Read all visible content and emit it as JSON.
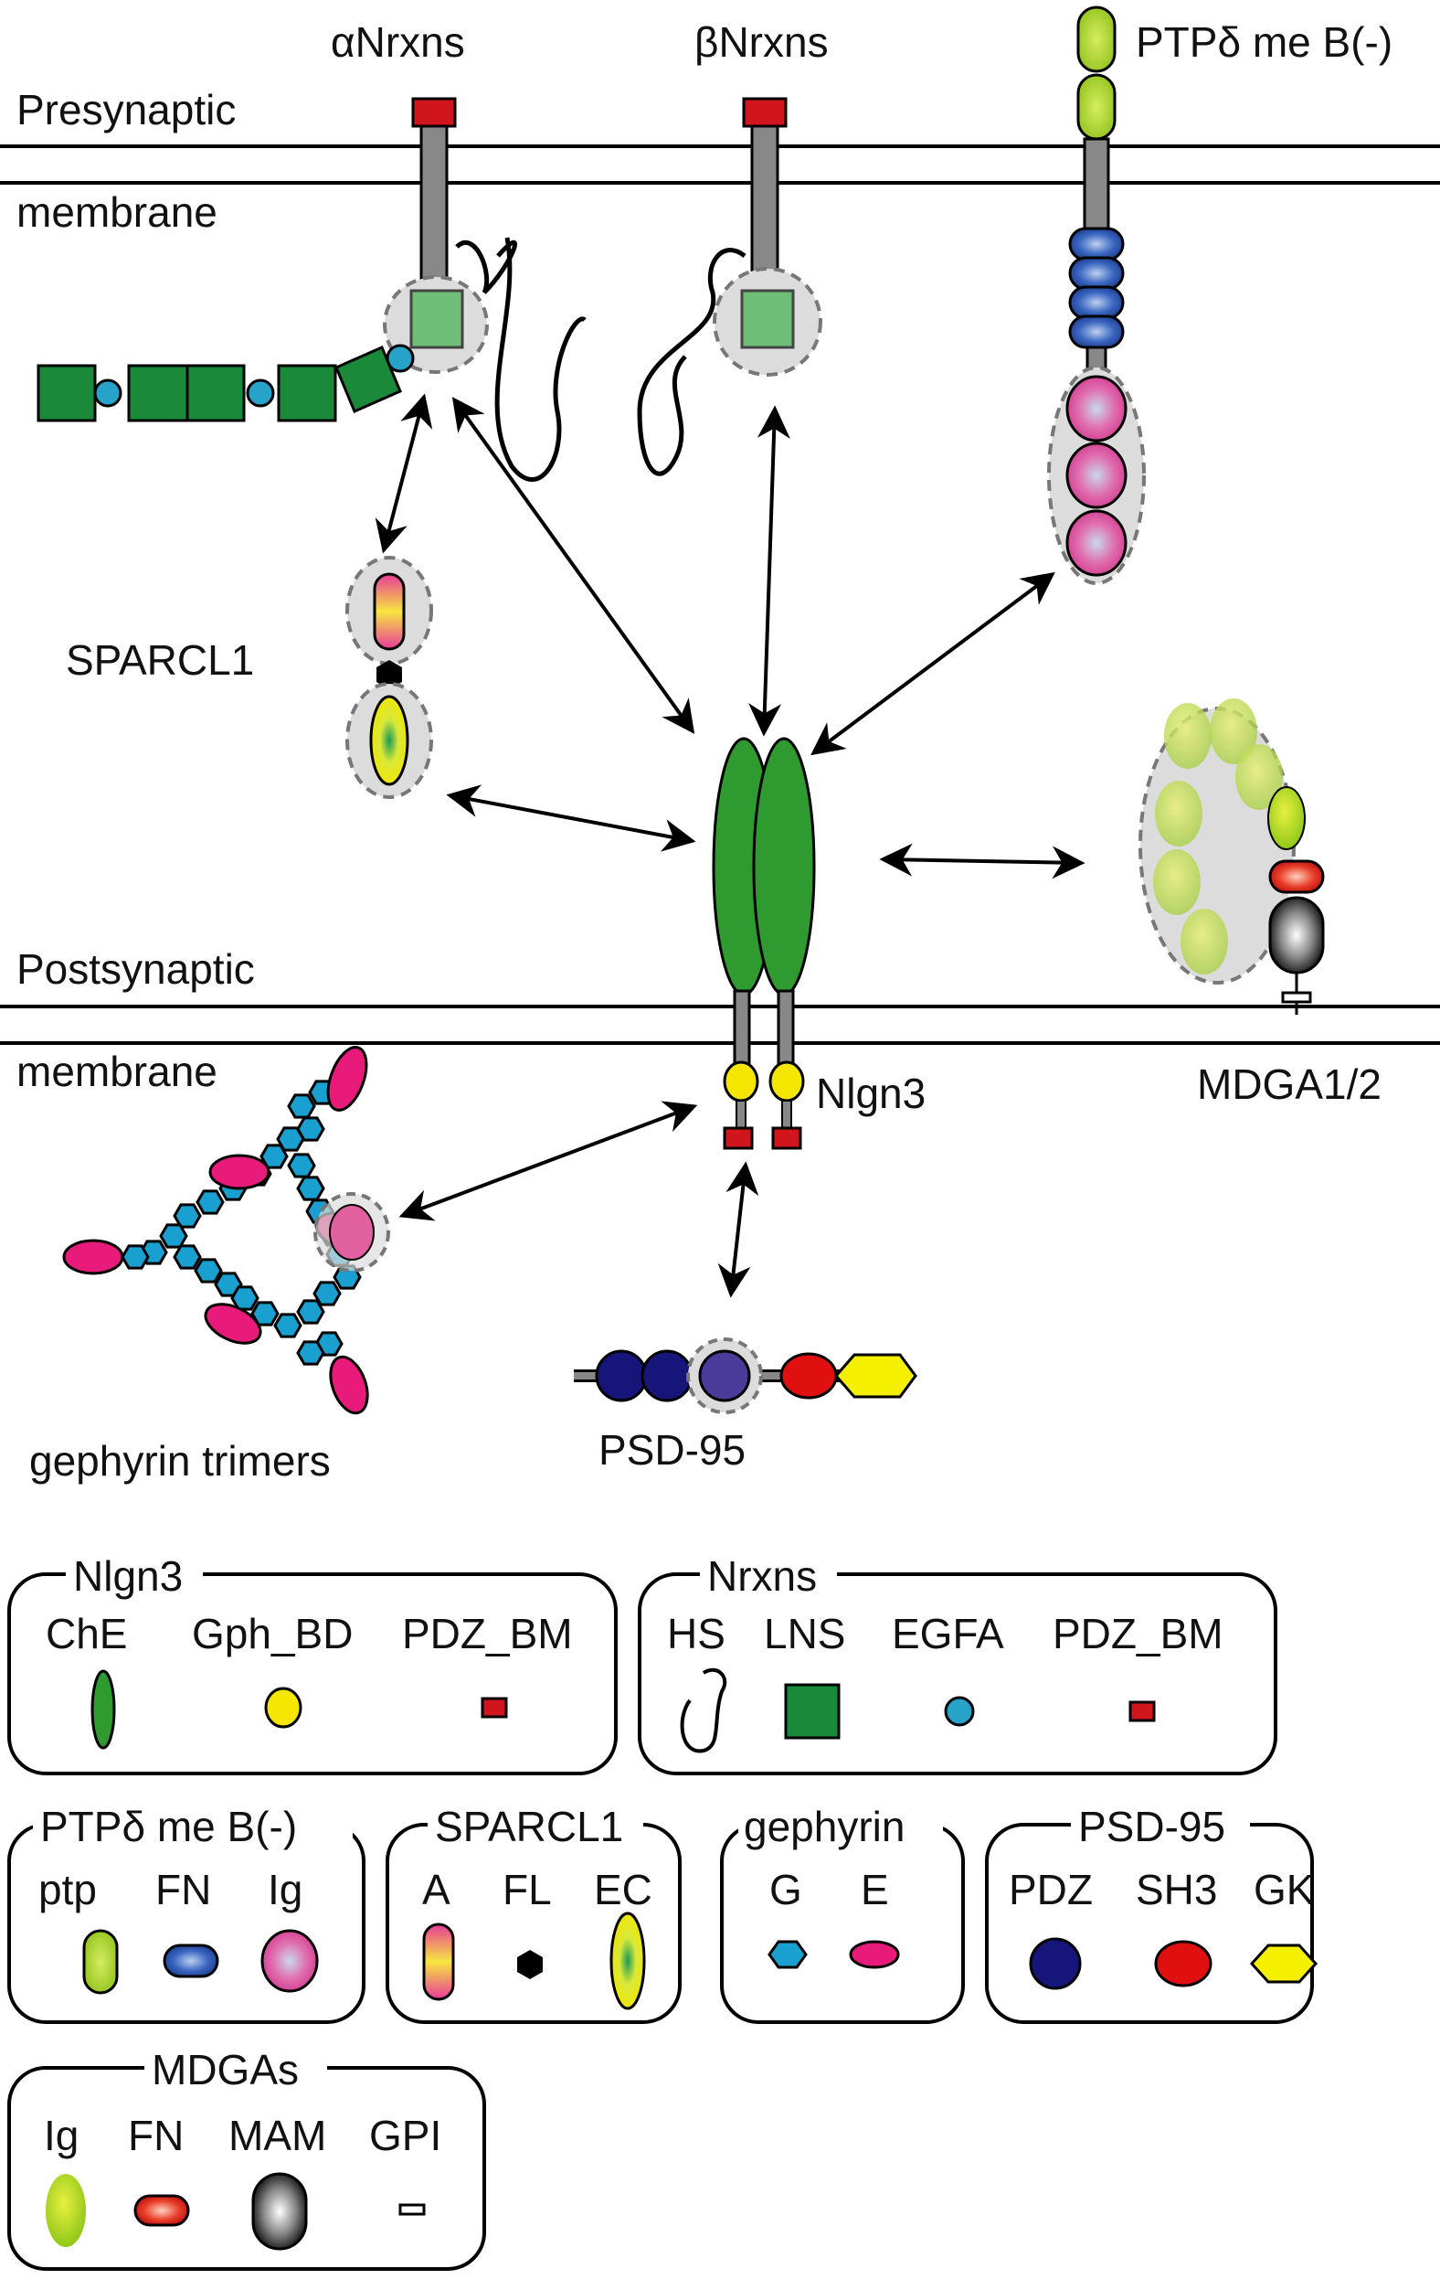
{
  "membrane": {
    "presynaptic_line1": "Presynaptic",
    "presynaptic_line2": "membrane",
    "postsynaptic_line1": "Postsynaptic",
    "postsynaptic_line2": "membrane"
  },
  "labels": {
    "alpha_nrxns": "αNrxns",
    "beta_nrxns": "βNrxns",
    "ptp_delta": "PTPδ me B(-)",
    "sparcl1": "SPARCL1",
    "nlgn3": "Nlgn3",
    "mdga": "MDGA1/2",
    "gephyrin": "gephyrin trimers",
    "psd95": "PSD-95"
  },
  "legend": {
    "nlgn3": {
      "title": "Nlgn3",
      "items": [
        "ChE",
        "Gph_BD",
        "PDZ_BM"
      ]
    },
    "nrxns": {
      "title": "Nrxns",
      "items": [
        "HS",
        "LNS",
        "EGFA",
        "PDZ_BM"
      ]
    },
    "ptp": {
      "title": "PTPδ me B(-)",
      "items": [
        "ptp",
        "FN",
        "Ig"
      ]
    },
    "sparcl1": {
      "title": "SPARCL1",
      "items": [
        "A",
        "FL",
        "EC"
      ]
    },
    "gephyrin": {
      "title": "gephyrin",
      "items": [
        "G",
        "E"
      ]
    },
    "psd95": {
      "title": "PSD-95",
      "items": [
        "PDZ",
        "SH3",
        "GK"
      ]
    },
    "mdgas": {
      "title": "MDGAs",
      "items": [
        "Ig",
        "FN",
        "MAM",
        "GPI"
      ]
    }
  },
  "colors": {
    "che_green": "#2f9a2f",
    "lns_green": "#1a8a3a",
    "egfa_cyan": "#27a3c9",
    "pdz_red": "#d0151c",
    "gph_yellow": "#f5e600",
    "fn_blue": "#2b5bb5",
    "ig_pink": "#e0409a",
    "ptp_lime": "#9acd20",
    "pdz_navy": "#15157a",
    "sh3_red": "#e01010",
    "gk_yellow": "#f5f000",
    "gephyrin_g": "#1aa0d0",
    "gephyrin_e": "#e81a7a"
  }
}
